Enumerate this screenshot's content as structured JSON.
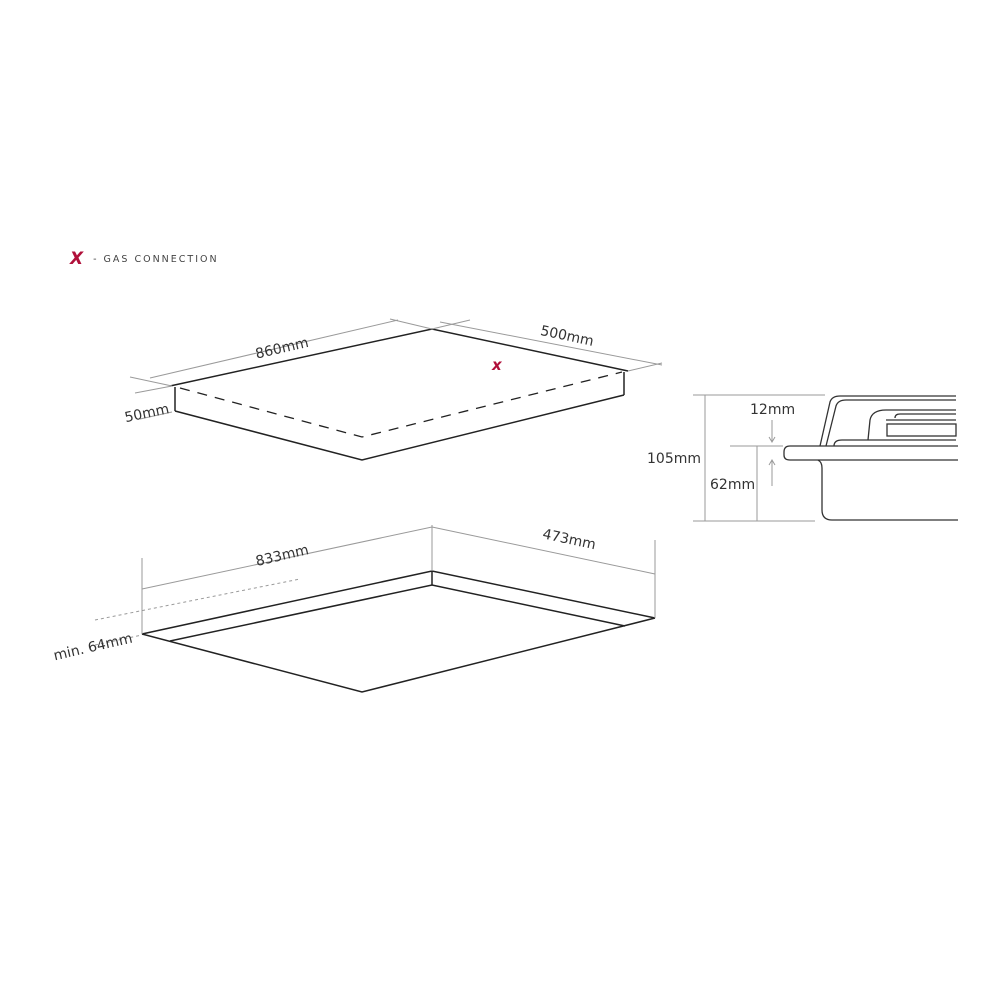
{
  "legend": {
    "mark_icon": "red-x-gas-connection-marker",
    "mark_glyph": "X",
    "mark_color": "#b0103a",
    "label": "- GAS CONNECTION"
  },
  "hob_top_view": {
    "width_label": "860mm",
    "depth_label": "500mm",
    "height_label": "50mm",
    "gas_marker_glyph": "x"
  },
  "cutout_view": {
    "width_label": "833mm",
    "depth_label": "473mm",
    "min_clearance_label": "min. 64mm"
  },
  "side_profile": {
    "total_height_label": "105mm",
    "above_worktop_label": "12mm",
    "below_worktop_label": "62mm"
  },
  "colors": {
    "line": "#222222",
    "dimension_line": "#9a9a9a",
    "accent": "#b0103a",
    "background": "#ffffff"
  }
}
